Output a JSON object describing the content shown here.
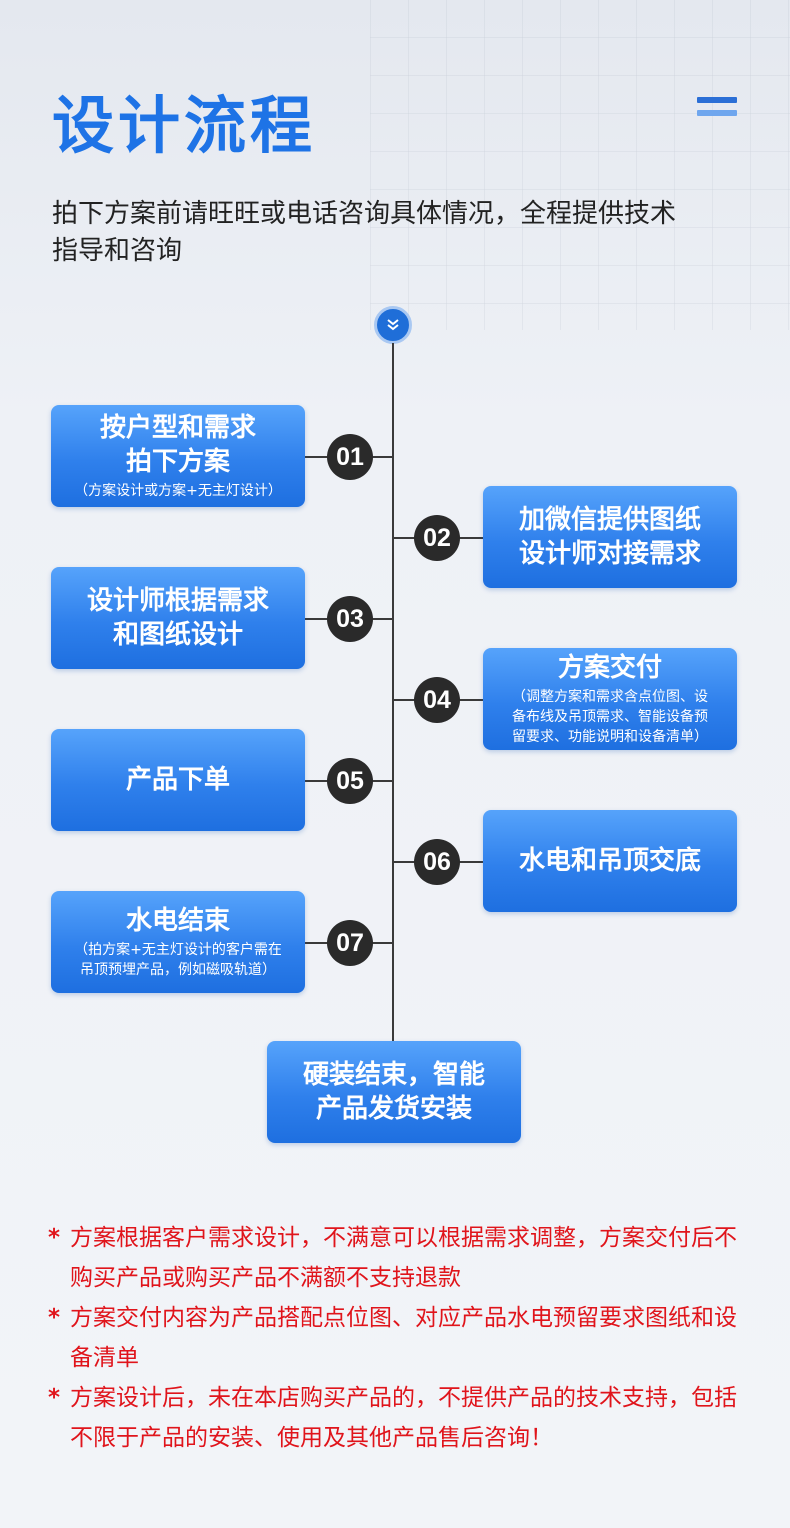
{
  "header": {
    "title": "设计流程",
    "subtitle": "拍下方案前请旺旺或电话咨询具体情况，全程提供技术指导和咨询",
    "menu_icon": "hamburger-menu-icon",
    "down_icon": "chevron-double-down-icon"
  },
  "colors": {
    "title": "#1e73e6",
    "card_top": "#56a3fb",
    "card_bottom": "#1e6fe0",
    "step_circle": "#2a2a2a",
    "note_text": "#e0141b"
  },
  "steps": [
    {
      "num": "01",
      "title": "按户型和需求\n拍下方案",
      "sub": "（方案设计或方案+无主灯设计）"
    },
    {
      "num": "02",
      "title": "加微信提供图纸\n设计师对接需求",
      "sub": ""
    },
    {
      "num": "03",
      "title": "设计师根据需求\n和图纸设计",
      "sub": ""
    },
    {
      "num": "04",
      "title": "方案交付",
      "sub": "（调整方案和需求含点位图、设\n备布线及吊顶需求、智能设备预\n留要求、功能说明和设备清单）"
    },
    {
      "num": "05",
      "title": "产品下单",
      "sub": ""
    },
    {
      "num": "06",
      "title": "水电和吊顶交底",
      "sub": ""
    },
    {
      "num": "07",
      "title": "水电结束",
      "sub": "（拍方案+无主灯设计的客户需在\n吊顶预埋产品，例如磁吸轨道）"
    }
  ],
  "final_step": "硬装结束，智能\n产品发货安装",
  "notes": [
    {
      "star": "*",
      "text": "方案根据客户需求设计，不满意可以根据需求调整，方案交付后不购买产品或购买产品不满额不支持退款"
    },
    {
      "star": "*",
      "text": "方案交付内容为产品搭配点位图、对应产品水电预留要求图纸和设备清单"
    },
    {
      "star": "*",
      "text": "方案设计后，未在本店购买产品的，不提供产品的技术支持，包括不限于产品的安装、使用及其他产品售后咨询！"
    }
  ]
}
